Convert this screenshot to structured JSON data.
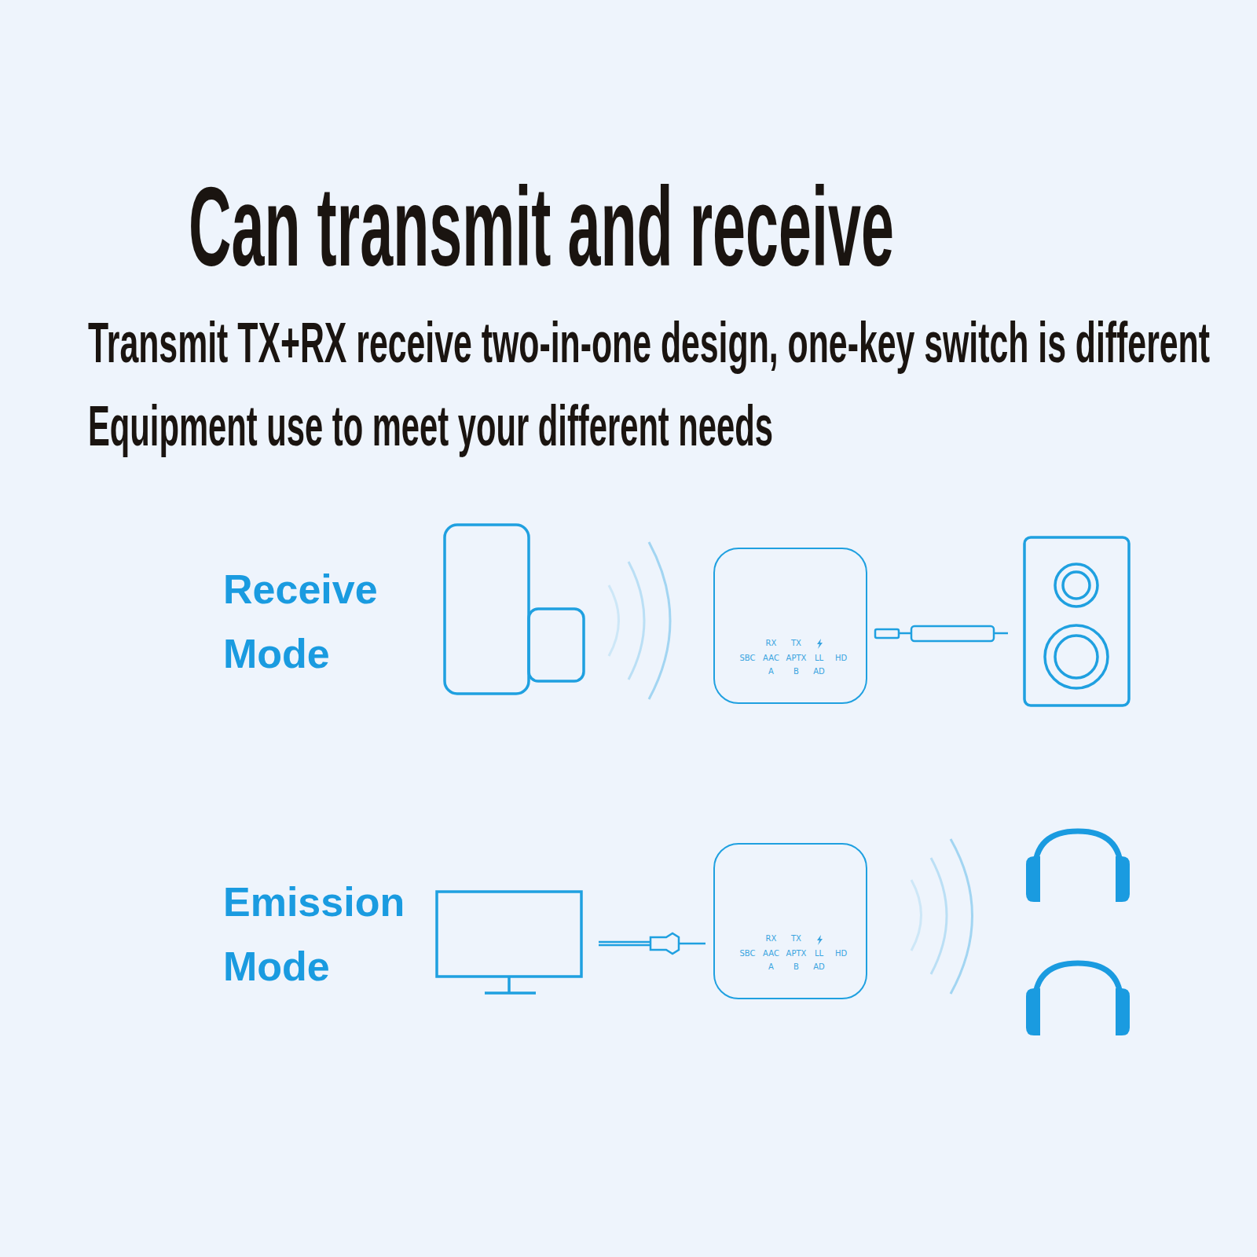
{
  "diagram": {
    "title": "Can transmit and receive",
    "nodes": [
      {
        "text": [
          "RX",
          "TX",
          "SBC",
          "AAC",
          "APTX",
          "LL",
          "HD",
          "A",
          "B",
          "AD"
        ]
      },
      {
        "text": [
          "RX",
          "TX",
          "SBC",
          "AAC",
          "APTX",
          "LL",
          "HD",
          "A",
          "B",
          "AD"
        ]
      }
    ],
    "labels": [
      "Transmit TX+RX receive two-in-one design, one-key switch is different",
      "Equipment use to meet your different needs",
      "Receive Mode",
      "Emission Mode"
    ]
  }
}
